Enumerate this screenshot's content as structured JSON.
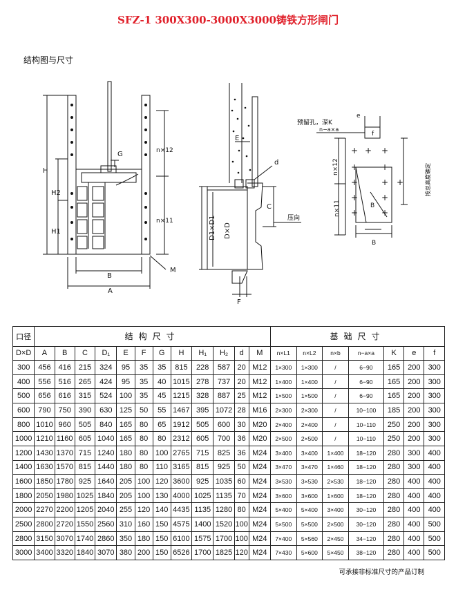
{
  "title": "SFZ-1  300X300-3000X3000铸铁方形闸门",
  "subtitle": "结构图与尺寸",
  "drawing_labels": {
    "h": "H",
    "h1": "H1",
    "h2": "H2",
    "g": "G",
    "n12": "n×12",
    "n11": "n×11",
    "b": "B",
    "a": "A",
    "m": "M",
    "e": "E",
    "d": "d",
    "d1d": "D1×D1",
    "dd": "D×D",
    "c": "C",
    "f": "F",
    "flow": "压向",
    "hole": "预留孔，深K",
    "naxa": "n−a×a",
    "e2": "e",
    "f2": "f",
    "nl2": "n×12",
    "nl1": "n×11",
    "b2": "B",
    "vert": "按总高度确定"
  },
  "table": {
    "head1": {
      "col0": "口径",
      "struct": "结构尺寸",
      "base": "基础尺寸"
    },
    "head2": [
      "D×D",
      "A",
      "B",
      "C",
      "D₁",
      "E",
      "F",
      "G",
      "H",
      "H₁",
      "H₂",
      "d",
      "M",
      "n×L1",
      "n×L2",
      "n×b",
      "n−a×a",
      "K",
      "e",
      "f"
    ],
    "rows": [
      [
        "300",
        "456",
        "416",
        "215",
        "324",
        "95",
        "35",
        "35",
        "815",
        "228",
        "587",
        "20",
        "M12",
        "1×300",
        "1×300",
        "/",
        "6−90",
        "165",
        "200",
        "300"
      ],
      [
        "400",
        "556",
        "516",
        "265",
        "424",
        "95",
        "35",
        "40",
        "1015",
        "278",
        "737",
        "20",
        "M12",
        "1×400",
        "1×400",
        "/",
        "6−90",
        "165",
        "200",
        "300"
      ],
      [
        "500",
        "656",
        "616",
        "315",
        "524",
        "100",
        "35",
        "45",
        "1215",
        "328",
        "887",
        "25",
        "M12",
        "1×500",
        "1×500",
        "/",
        "6−90",
        "165",
        "200",
        "300"
      ],
      [
        "600",
        "790",
        "750",
        "390",
        "630",
        "125",
        "50",
        "55",
        "1467",
        "395",
        "1072",
        "28",
        "M16",
        "2×300",
        "2×300",
        "/",
        "10−100",
        "185",
        "200",
        "300"
      ],
      [
        "800",
        "1010",
        "960",
        "505",
        "840",
        "165",
        "80",
        "65",
        "1912",
        "505",
        "600",
        "30",
        "M20",
        "2×400",
        "2×400",
        "/",
        "10−110",
        "250",
        "200",
        "300"
      ],
      [
        "1000",
        "1210",
        "1160",
        "605",
        "1040",
        "165",
        "80",
        "80",
        "2312",
        "605",
        "700",
        "36",
        "M20",
        "2×500",
        "2×500",
        "/",
        "10−110",
        "250",
        "200",
        "300"
      ],
      [
        "1200",
        "1430",
        "1370",
        "715",
        "1240",
        "180",
        "80",
        "100",
        "2765",
        "715",
        "825",
        "36",
        "M24",
        "3×400",
        "3×400",
        "1×400",
        "18−120",
        "280",
        "300",
        "400"
      ],
      [
        "1400",
        "1630",
        "1570",
        "815",
        "1440",
        "180",
        "80",
        "110",
        "3165",
        "815",
        "925",
        "50",
        "M24",
        "3×470",
        "3×470",
        "1×460",
        "18−120",
        "280",
        "300",
        "400"
      ],
      [
        "1600",
        "1850",
        "1780",
        "925",
        "1640",
        "205",
        "100",
        "120",
        "3600",
        "925",
        "1035",
        "60",
        "M24",
        "3×530",
        "3×530",
        "2×530",
        "18−120",
        "280",
        "400",
        "400"
      ],
      [
        "1800",
        "2050",
        "1980",
        "1025",
        "1840",
        "205",
        "100",
        "130",
        "4000",
        "1025",
        "1135",
        "70",
        "M24",
        "3×600",
        "3×600",
        "1×600",
        "18−120",
        "280",
        "400",
        "400"
      ],
      [
        "2000",
        "2270",
        "2200",
        "1205",
        "2040",
        "255",
        "120",
        "140",
        "4435",
        "1135",
        "1280",
        "80",
        "M24",
        "5×400",
        "5×400",
        "3×400",
        "30−120",
        "280",
        "400",
        "400"
      ],
      [
        "2500",
        "2800",
        "2720",
        "1550",
        "2560",
        "310",
        "160",
        "150",
        "4575",
        "1400",
        "1520",
        "100",
        "M24",
        "5×500",
        "5×500",
        "2×500",
        "30−120",
        "280",
        "400",
        "500"
      ],
      [
        "2800",
        "3150",
        "3070",
        "1740",
        "2860",
        "350",
        "180",
        "150",
        "6100",
        "1575",
        "1700",
        "100",
        "M24",
        "7×400",
        "5×560",
        "2×450",
        "34−120",
        "280",
        "400",
        "500"
      ],
      [
        "3000",
        "3400",
        "3320",
        "1840",
        "3070",
        "380",
        "200",
        "150",
        "6526",
        "1700",
        "1825",
        "120",
        "M24",
        "7×430",
        "5×600",
        "5×450",
        "38−120",
        "280",
        "400",
        "500"
      ]
    ]
  },
  "note": "可承接非标准尺寸的产品订制"
}
